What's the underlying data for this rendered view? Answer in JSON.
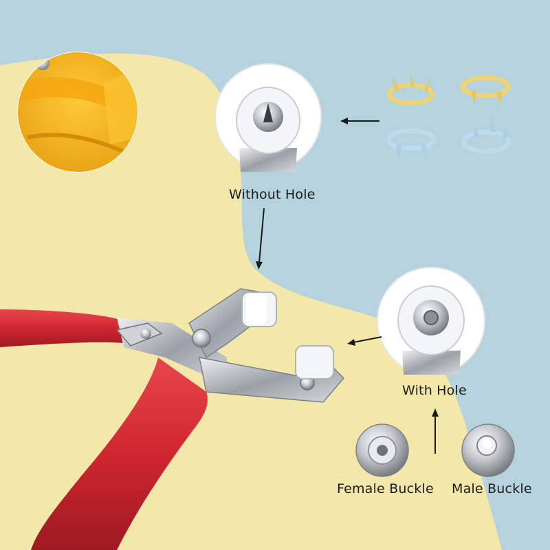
{
  "labels": {
    "without_hole": "Without Hole",
    "with_hole": "With Hole",
    "female_buckle": "Female Buckle",
    "male_buckle": "Male Buckle"
  },
  "colors": {
    "background_blue": "#b6d2dd",
    "background_cream": "#f3e7a9",
    "handle_red": "#d42b33",
    "garment_yellow": "#f7b61a",
    "prong_yellow": "#ecd478",
    "prong_blue": "#bcdcee",
    "metal_silver": "#c8ccd0"
  },
  "icons": [
    "arrow-left-icon",
    "arrow-down-icon",
    "arrow-up-icon"
  ]
}
